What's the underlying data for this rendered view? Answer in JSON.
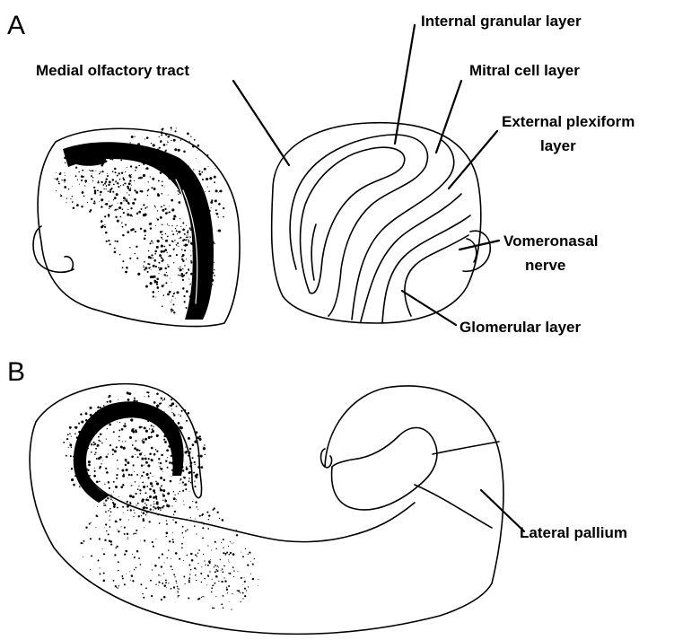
{
  "panels": [
    {
      "id": "A",
      "letter": "A"
    },
    {
      "id": "B",
      "letter": "B"
    }
  ],
  "labels": {
    "medial_olfactory_tract": "Medial olfactory tract",
    "internal_granular_layer": "Internal granular  layer",
    "mitral_cell_layer": "Mitral cell layer",
    "external_plexiform_line1": "External plexiform",
    "external_plexiform_line2": "layer",
    "vomeronasal_line1": "Vomeronasal",
    "vomeronasal_line2": "nerve",
    "glomerular_layer": "Glomerular layer",
    "lateral_pallium": "Lateral pallium"
  },
  "colors": {
    "ink": "#000000",
    "background": "#ffffff"
  }
}
